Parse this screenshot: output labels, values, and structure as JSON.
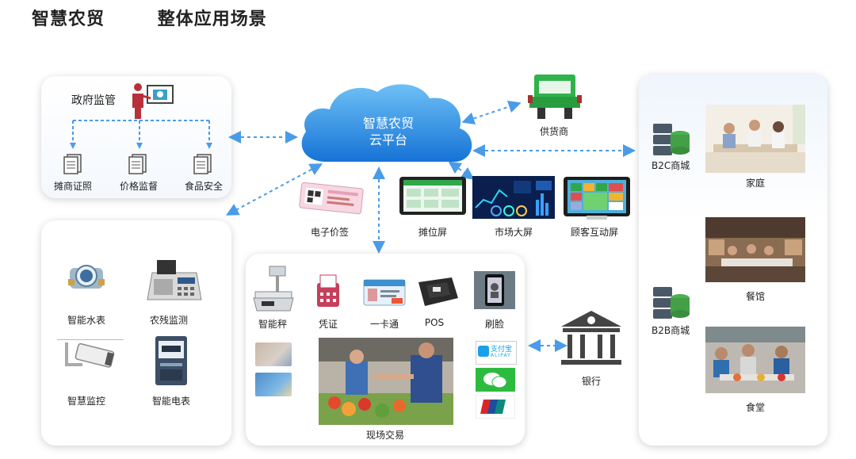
{
  "title": {
    "left": "智慧农贸",
    "right": "整体应用场景"
  },
  "cloud": {
    "line1": "智慧农贸",
    "line2": "云平台"
  },
  "gov": {
    "title": "政府监管",
    "items": [
      "摊商证照",
      "价格监督",
      "食品安全"
    ]
  },
  "supplier": "供货商",
  "devices": {
    "price_tag": "电子价签",
    "stall_screen": "摊位屏",
    "market_screen": "市场大屏",
    "customer_screen": "顾客互动屏"
  },
  "iot": {
    "items": [
      "智能水表",
      "农残监测",
      "智慧监控",
      "智能电表"
    ]
  },
  "trade": {
    "items": [
      "智能秤",
      "凭证",
      "一卡通",
      "POS",
      "刷脸"
    ],
    "scene": "现场交易",
    "payments": [
      "支付宝",
      "ALIPAY"
    ]
  },
  "bank": "银行",
  "right": {
    "b2c": "B2C商城",
    "b2b": "B2B商城",
    "home": "家庭",
    "restaurant": "餐馆",
    "canteen": "食堂"
  },
  "colors": {
    "accent": "#4a9be8",
    "cloud": "#1e88e5",
    "truck": "#2fb24a"
  }
}
